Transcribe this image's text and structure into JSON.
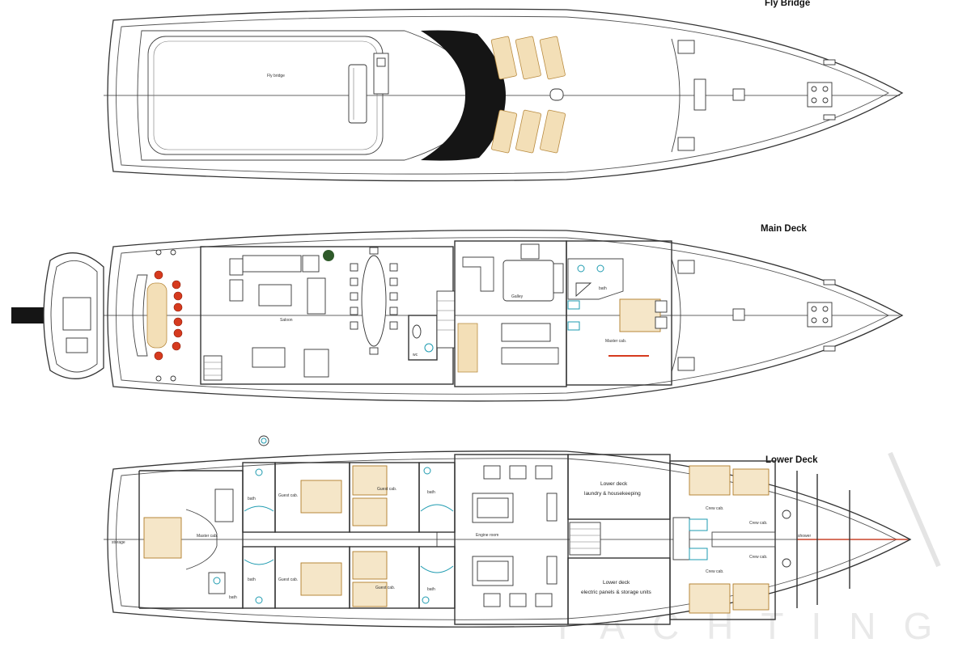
{
  "watermark": "YACHTING",
  "decks": {
    "fly_bridge": {
      "title": "Fly Bridge",
      "rooms": {
        "flybridge": "Fly bridge"
      }
    },
    "main_deck": {
      "title": "Main Deck",
      "rooms": {
        "saloon": "Saloon",
        "galley": "Galley",
        "wc": "wc",
        "master_cab": "Master cab.",
        "bath": "bath"
      }
    },
    "lower_deck": {
      "title": "Lower Deck",
      "rooms": {
        "storage": "storage",
        "master_cab": "Master cab.",
        "guest_cab": "Guest cab.",
        "bath": "bath",
        "engine_room": "Engine room",
        "laundry_title": "Lower deck",
        "laundry_desc": "laundry & housekeeping",
        "panels_title": "Lower deck",
        "panels_desc": "electric panels & storage units",
        "crew_cab": "Crew cab.",
        "shower": "shower"
      }
    }
  },
  "colors": {
    "outline": "#333333",
    "furniture_tan": "#f3dfb7",
    "bed_fill": "#f5e6c8",
    "seat_red": "#d63a1e",
    "bath_cyan": "#1e9bb0",
    "centerline_red": "#c8442a"
  }
}
